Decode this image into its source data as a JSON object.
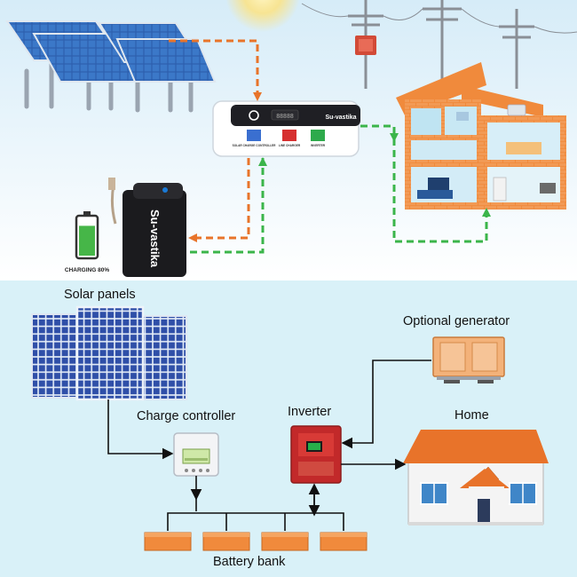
{
  "top_scene": {
    "inverter": {
      "brand": "Su-vastika",
      "display": "88888",
      "modules": [
        "SOLAR CHARGE CONTROLLER",
        "LINE CHARGER",
        "INVERTER"
      ]
    },
    "battery": {
      "brand": "Su-vastika",
      "charge_text": "CHARGING 80%",
      "charge_fraction": 0.8
    },
    "colors": {
      "solar_flow": "#e8742a",
      "ac_flow": "#3bb54a",
      "sky": "#e6f3fb"
    }
  },
  "diagram": {
    "labels": {
      "solar_panels": "Solar panels",
      "charge_controller": "Charge controller",
      "inverter": "Inverter",
      "optional_generator": "Optional generator",
      "home": "Home",
      "battery_bank": "Battery bank"
    },
    "colors": {
      "background": "#d9f1f8",
      "battery": "#f08a3c",
      "roof": "#e8732a",
      "panel": "#2f4fa8"
    }
  }
}
